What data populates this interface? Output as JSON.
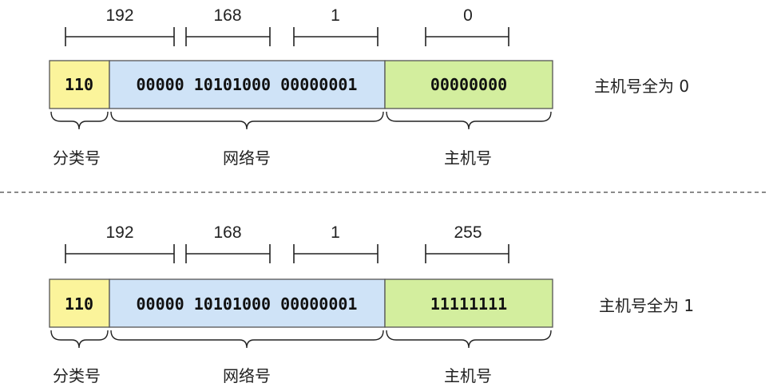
{
  "diagram": {
    "colors": {
      "class": "#fbf49b",
      "network": "#cfe3f7",
      "host": "#d3ee9e"
    },
    "rows": [
      {
        "octets": [
          "192",
          "168",
          "1",
          "0"
        ],
        "class_bits": "110",
        "network_bits": "00000 10101000 00000001",
        "host_bits": "00000000",
        "segment_labels": {
          "class": "分类号",
          "network": "网络号",
          "host": "主机号"
        },
        "description": "主机号全为 0"
      },
      {
        "octets": [
          "192",
          "168",
          "1",
          "255"
        ],
        "class_bits": "110",
        "network_bits": "00000 10101000 00000001",
        "host_bits": "11111111",
        "segment_labels": {
          "class": "分类号",
          "network": "网络号",
          "host": "主机号"
        },
        "description": "主机号全为 1"
      }
    ]
  }
}
